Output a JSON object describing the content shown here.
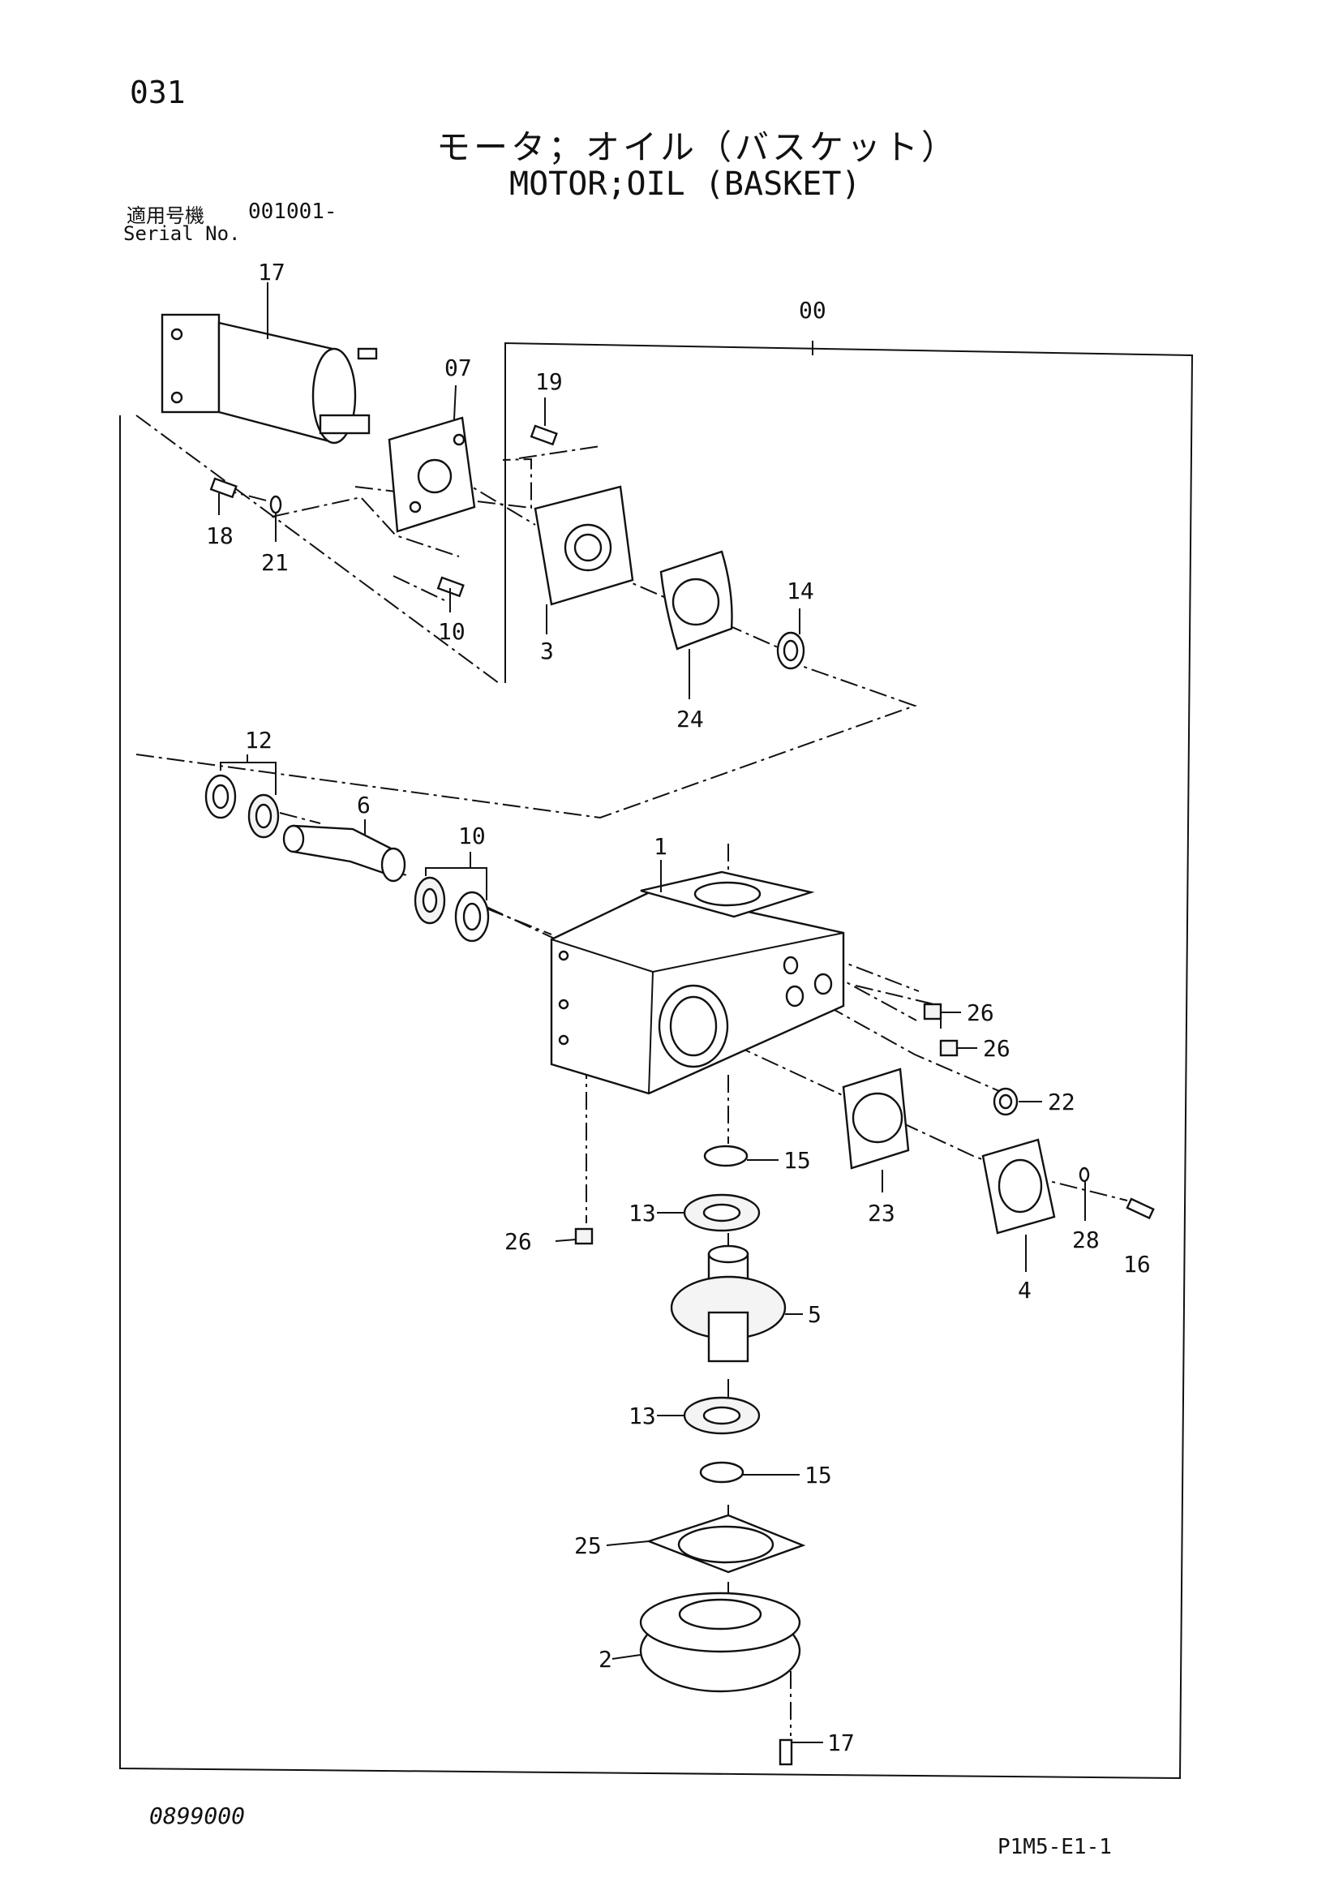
{
  "page_number": "031",
  "title_jp": "モータ；オイル（バスケット）",
  "title_en": "MOTOR;OIL (BASKET)",
  "serial": {
    "label_jp": "適用号機",
    "value": "001001-",
    "label_en": "Serial No."
  },
  "callouts": {
    "c00": "00",
    "c07": "07",
    "c1": "1",
    "c2": "2",
    "c3": "3",
    "c4": "4",
    "c5": "5",
    "c6": "6",
    "c10a": "10",
    "c10b": "10",
    "c12": "12",
    "c13a": "13",
    "c13b": "13",
    "c14": "14",
    "c15a": "15",
    "c15b": "15",
    "c16": "16",
    "c17a": "17",
    "c17b": "17",
    "c18": "18",
    "c19": "19",
    "c21": "21",
    "c22": "22",
    "c23": "23",
    "c24": "24",
    "c25": "25",
    "c26a": "26",
    "c26b": "26",
    "c26c": "26",
    "c28": "28"
  },
  "footer": {
    "doc_code": "0899000",
    "page_code": "P1M5-E1-1"
  }
}
